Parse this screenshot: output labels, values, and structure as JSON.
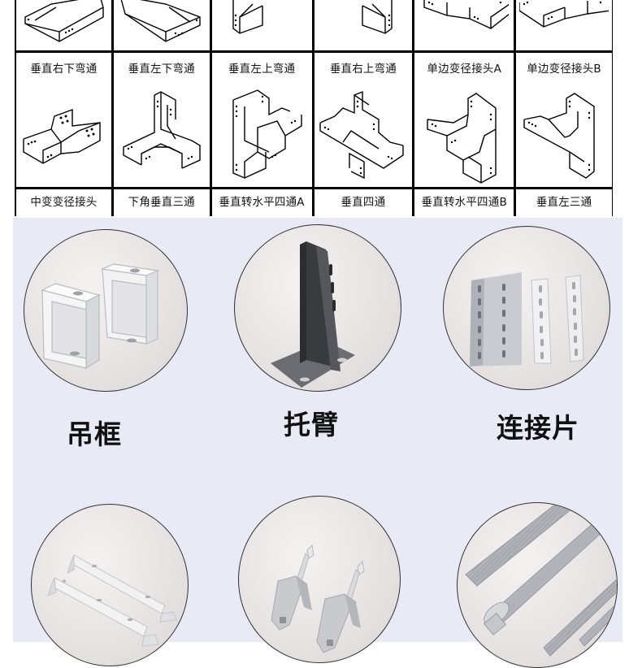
{
  "fittings_table": {
    "row1": [
      {
        "label": "垂直右下弯通",
        "icon": "vertical-right-down-bend-icon"
      },
      {
        "label": "垂直左下弯通",
        "icon": "vertical-left-down-bend-icon"
      },
      {
        "label": "垂直左上弯通",
        "icon": "vertical-left-up-bend-icon"
      },
      {
        "label": "垂直右上弯通",
        "icon": "vertical-right-up-bend-icon"
      },
      {
        "label": "单边变径接头A",
        "icon": "single-side-reducer-a-icon"
      },
      {
        "label": "单边变径接头B",
        "icon": "single-side-reducer-b-icon"
      }
    ],
    "row2": [
      {
        "label": "中变变径接头",
        "icon": "center-reducer-icon"
      },
      {
        "label": "下角垂直三通",
        "icon": "lower-corner-vertical-tee-icon"
      },
      {
        "label": "垂直转水平四通A",
        "icon": "vertical-to-horizontal-cross-a-icon"
      },
      {
        "label": "垂直四通",
        "icon": "vertical-cross-icon"
      },
      {
        "label": "垂直转水平四通B",
        "icon": "vertical-to-horizontal-cross-b-icon"
      },
      {
        "label": "垂直左三通",
        "icon": "vertical-left-tee-icon"
      }
    ]
  },
  "accessories": {
    "background": "#e8ebf6",
    "items": [
      {
        "label": "吊框",
        "image": "hanger-frame-photo"
      },
      {
        "label": "托臂",
        "image": "support-arm-photo"
      },
      {
        "label": "连接片",
        "image": "connecting-plate-photo"
      },
      {
        "label": "",
        "image": "wall-bracket-photo"
      },
      {
        "label": "",
        "image": "clamp-bolt-photo"
      },
      {
        "label": "",
        "image": "threaded-rod-photo"
      }
    ]
  }
}
